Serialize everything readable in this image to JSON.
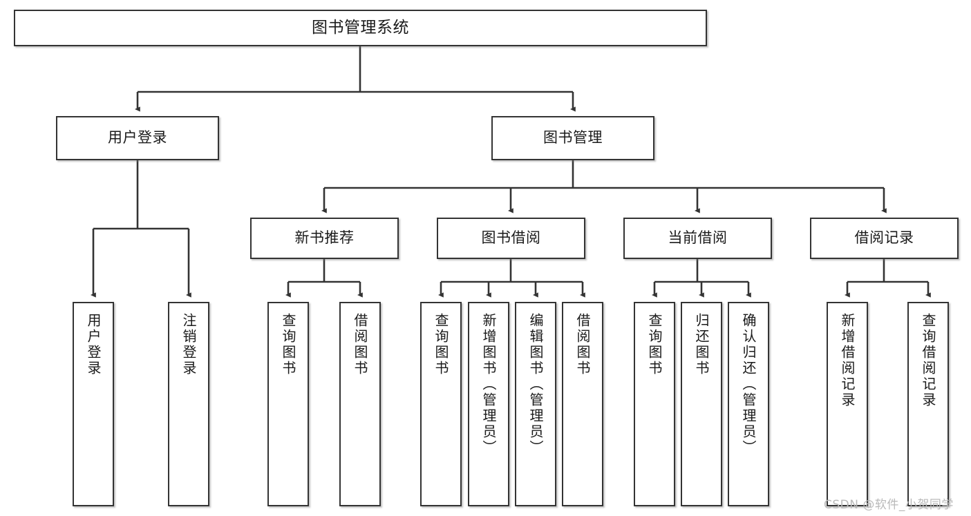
{
  "diagram": {
    "title": "图书管理系统",
    "type": "tree",
    "orientation": "top-down",
    "line_color": "#333333",
    "box_fill": "#ffffff",
    "text_color": "#1a1a1a",
    "nodes": {
      "root": {
        "label": "图书管理系统"
      },
      "level2": [
        {
          "id": "user-login",
          "label": "用户登录"
        },
        {
          "id": "book-manage",
          "label": "图书管理"
        }
      ],
      "level3": [
        {
          "id": "new-book-recommend",
          "label": "新书推荐"
        },
        {
          "id": "book-borrow",
          "label": "图书借阅"
        },
        {
          "id": "current-borrow",
          "label": "当前借阅"
        },
        {
          "id": "borrow-record",
          "label": "借阅记录"
        }
      ],
      "leaves": {
        "user-login": [
          {
            "id": "leaf-user-login",
            "label": "用户登录"
          },
          {
            "id": "leaf-logout-login",
            "label": "注销登录"
          }
        ],
        "new-book-recommend": [
          {
            "id": "leaf-query-book-1",
            "label": "查询图书"
          },
          {
            "id": "leaf-borrow-book-1",
            "label": "借阅图书"
          }
        ],
        "book-borrow": [
          {
            "id": "leaf-query-book-2",
            "label": "查询图书"
          },
          {
            "id": "leaf-add-book",
            "label": "新增图书（管理员）"
          },
          {
            "id": "leaf-edit-book",
            "label": "编辑图书（管理员）"
          },
          {
            "id": "leaf-borrow-book-2",
            "label": "借阅图书"
          }
        ],
        "current-borrow": [
          {
            "id": "leaf-query-book-3",
            "label": "查询图书"
          },
          {
            "id": "leaf-return-book",
            "label": "归还图书"
          },
          {
            "id": "leaf-confirm-return",
            "label": "确认归还（管理员）"
          }
        ],
        "borrow-record": [
          {
            "id": "leaf-add-record",
            "label": "新增借阅记录"
          },
          {
            "id": "leaf-query-record",
            "label": "查询借阅记录"
          }
        ]
      }
    }
  },
  "watermark": {
    "text": "CSDN @软件_小贺同学"
  }
}
